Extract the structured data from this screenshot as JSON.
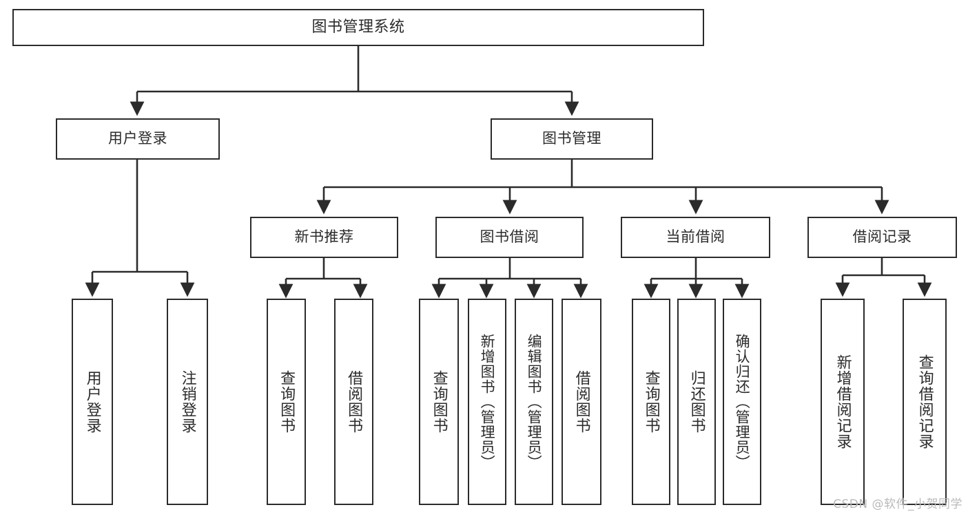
{
  "diagram": {
    "type": "tree-hierarchy",
    "title": "图书管理系统",
    "watermark": "CSDN @软件_小贺同学",
    "colors": {
      "box_border": "#2b2b2b",
      "box_fill": "#ffffff",
      "connector": "#2b2b2b",
      "text": "#2b2b2b",
      "watermark": "#b9b9b9",
      "background": "#ffffff"
    },
    "nodes": {
      "root": {
        "label": "图书管理系统"
      },
      "level2": [
        {
          "label": "用户登录"
        },
        {
          "label": "图书管理"
        }
      ],
      "level3": [
        {
          "label": "新书推荐"
        },
        {
          "label": "图书借阅"
        },
        {
          "label": "当前借阅"
        },
        {
          "label": "借阅记录"
        }
      ],
      "leaves": {
        "user_login": [
          {
            "label": "用户登录"
          },
          {
            "label": "注销登录"
          }
        ],
        "new_book_recommend": [
          {
            "label": "查询图书"
          },
          {
            "label": "借阅图书"
          }
        ],
        "book_borrow": [
          {
            "label": "查询图书"
          },
          {
            "label": "新增图书（管理员）"
          },
          {
            "label": "编辑图书（管理员）"
          },
          {
            "label": "借阅图书"
          }
        ],
        "current_borrow": [
          {
            "label": "查询图书"
          },
          {
            "label": "归还图书"
          },
          {
            "label": "确认归还（管理员）"
          }
        ],
        "borrow_record": [
          {
            "label": "新增借阅记录"
          },
          {
            "label": "查询借阅记录"
          }
        ]
      }
    }
  }
}
